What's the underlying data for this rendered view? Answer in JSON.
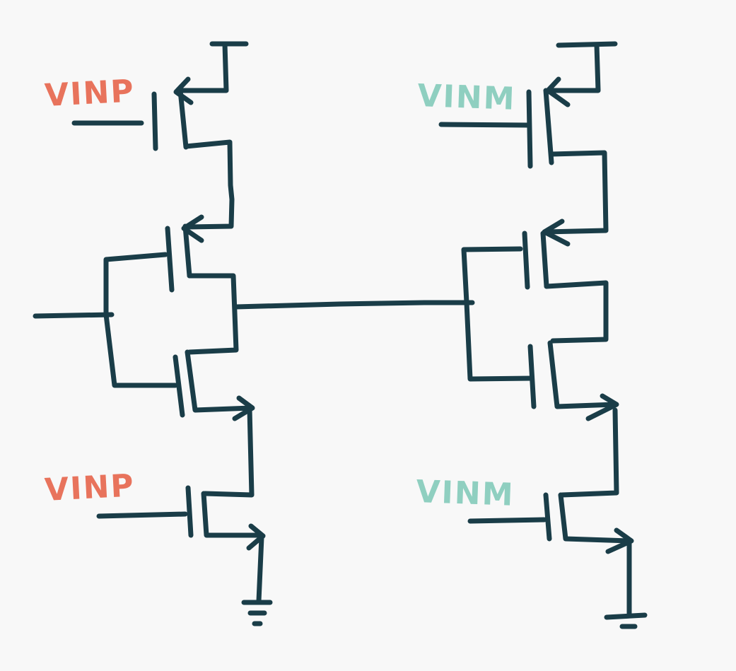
{
  "labels": {
    "left_top": "VINP",
    "left_bottom": "VINP",
    "right_top": "VINM",
    "right_bottom": "VINM"
  },
  "colors": {
    "background": "#f8f8f8",
    "wire": "#1a3d48",
    "label_p": "#e8735c",
    "label_m": "#8fcfc0"
  }
}
